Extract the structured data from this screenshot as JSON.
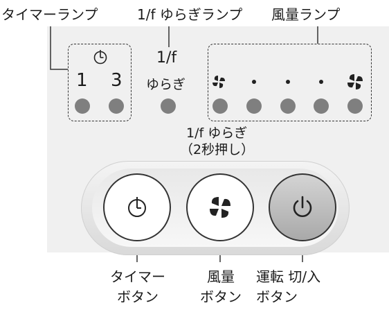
{
  "callouts": {
    "timer_lamp": "タイマーランプ",
    "yuragi_lamp": "1/f ゆらぎランプ",
    "airflow_lamp": "風量ランプ"
  },
  "timer": {
    "h1": "1",
    "h3": "3"
  },
  "yuragi": {
    "line1": "1/f",
    "line2": "ゆらぎ"
  },
  "yuragi_note": {
    "line1": "1/f ゆらぎ",
    "line2": "（2秒押し）"
  },
  "buttons": {
    "timer": {
      "line1": "タイマー",
      "line2": "ボタン"
    },
    "airflow": {
      "line1": "風量",
      "line2": "ボタン"
    },
    "power": {
      "line1": "運転 切/入",
      "line2": "ボタン"
    }
  },
  "icons": [
    "clock-icon",
    "fan-icon",
    "power-icon"
  ],
  "colors": {
    "lamp": "#7f7f7f",
    "panel": "#f0f0f0",
    "power_button": "#bfbfbf"
  }
}
